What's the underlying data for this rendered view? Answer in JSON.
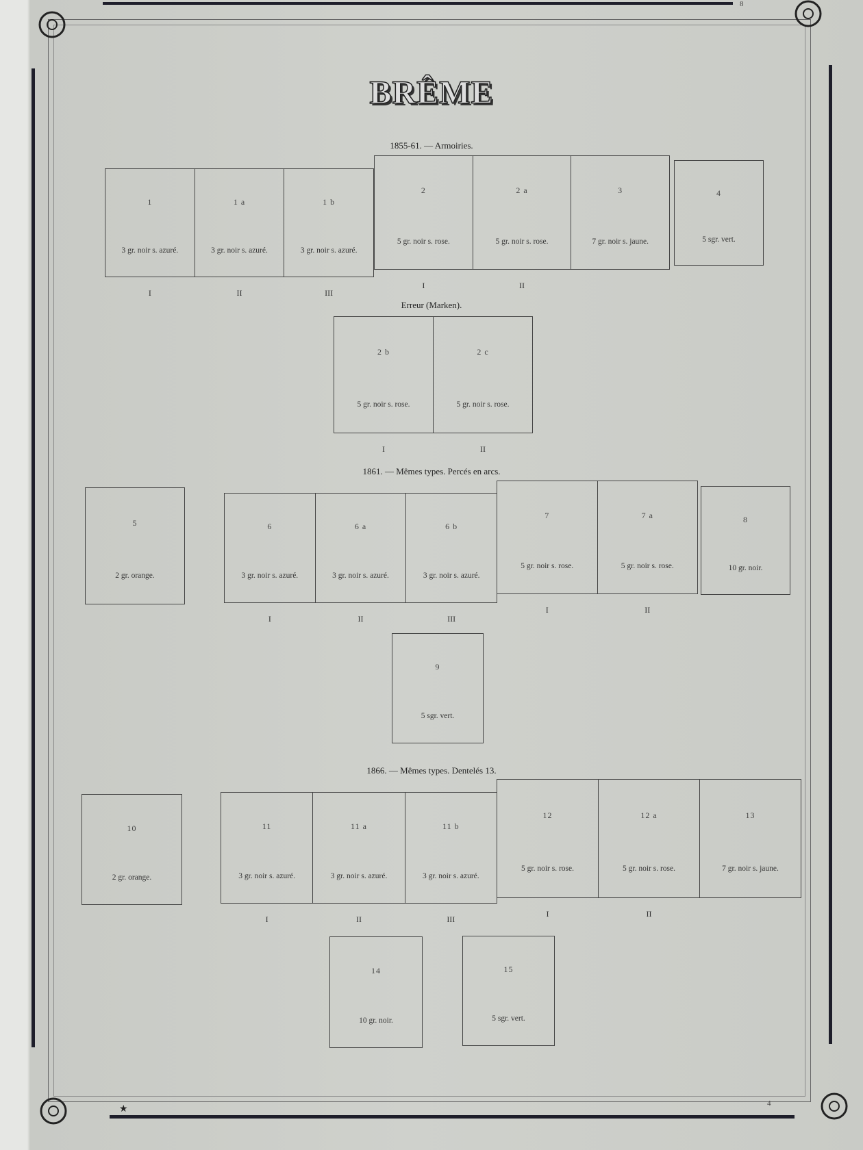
{
  "page_number": "8",
  "footer_left": "★",
  "footer_right": "4",
  "title": "BRÊME",
  "sections": [
    {
      "heading": "1855-61. — Armoiries.",
      "groups": [
        {
          "cells": [
            {
              "num": "1",
              "desc": "3 gr. noir s. azuré.",
              "roman": "I"
            },
            {
              "num": "1 a",
              "desc": "3 gr. noir s. azuré.",
              "roman": "II"
            },
            {
              "num": "1 b",
              "desc": "3 gr. noir s. azuré.",
              "roman": "III"
            }
          ]
        },
        {
          "cells": [
            {
              "num": "2",
              "desc": "5 gr. noir s. rose.",
              "roman": "I"
            },
            {
              "num": "2 a",
              "desc": "5 gr. noir s. rose.",
              "roman": "II"
            },
            {
              "num": "3",
              "desc": "7 gr. noir s. jaune.",
              "roman": ""
            }
          ]
        },
        {
          "cells": [
            {
              "num": "4",
              "desc": "5 sgr. vert.",
              "roman": ""
            }
          ]
        }
      ]
    },
    {
      "heading": "Erreur (Marken).",
      "groups": [
        {
          "cells": [
            {
              "num": "2 b",
              "desc": "5 gr. noir s. rose.",
              "roman": "I"
            },
            {
              "num": "2 c",
              "desc": "5 gr. noir s. rose.",
              "roman": "II"
            }
          ]
        }
      ]
    },
    {
      "heading": "1861. — Mêmes types. Percés en arcs.",
      "groups": [
        {
          "cells": [
            {
              "num": "5",
              "desc": "2 gr. orange.",
              "roman": ""
            }
          ]
        },
        {
          "cells": [
            {
              "num": "6",
              "desc": "3 gr. noir s. azuré.",
              "roman": "I"
            },
            {
              "num": "6 a",
              "desc": "3 gr. noir s. azuré.",
              "roman": "II"
            },
            {
              "num": "6 b",
              "desc": "3 gr. noir s. azuré.",
              "roman": "III"
            }
          ]
        },
        {
          "cells": [
            {
              "num": "7",
              "desc": "5 gr. noir s. rose.",
              "roman": "I"
            },
            {
              "num": "7 a",
              "desc": "5 gr. noir s. rose.",
              "roman": "II"
            }
          ]
        },
        {
          "cells": [
            {
              "num": "8",
              "desc": "10 gr. noir.",
              "roman": ""
            }
          ]
        },
        {
          "cells": [
            {
              "num": "9",
              "desc": "5 sgr. vert.",
              "roman": ""
            }
          ]
        }
      ]
    },
    {
      "heading": "1866. — Mêmes types. Dentelés 13.",
      "groups": [
        {
          "cells": [
            {
              "num": "10",
              "desc": "2 gr. orange.",
              "roman": ""
            }
          ]
        },
        {
          "cells": [
            {
              "num": "11",
              "desc": "3 gr. noir s. azuré.",
              "roman": "I"
            },
            {
              "num": "11 a",
              "desc": "3 gr. noir s. azuré.",
              "roman": "II"
            },
            {
              "num": "11 b",
              "desc": "3 gr. noir s. azuré.",
              "roman": "III"
            }
          ]
        },
        {
          "cells": [
            {
              "num": "12",
              "desc": "5 gr. noir s. rose.",
              "roman": "I"
            },
            {
              "num": "12 a",
              "desc": "5 gr. noir s. rose.",
              "roman": "II"
            },
            {
              "num": "13",
              "desc": "7 gr. noir s. jaune.",
              "roman": ""
            }
          ]
        },
        {
          "cells": [
            {
              "num": "14",
              "desc": "10 gr. noir.",
              "roman": ""
            }
          ]
        },
        {
          "cells": [
            {
              "num": "15",
              "desc": "5 sgr. vert.",
              "roman": ""
            }
          ]
        }
      ]
    }
  ]
}
